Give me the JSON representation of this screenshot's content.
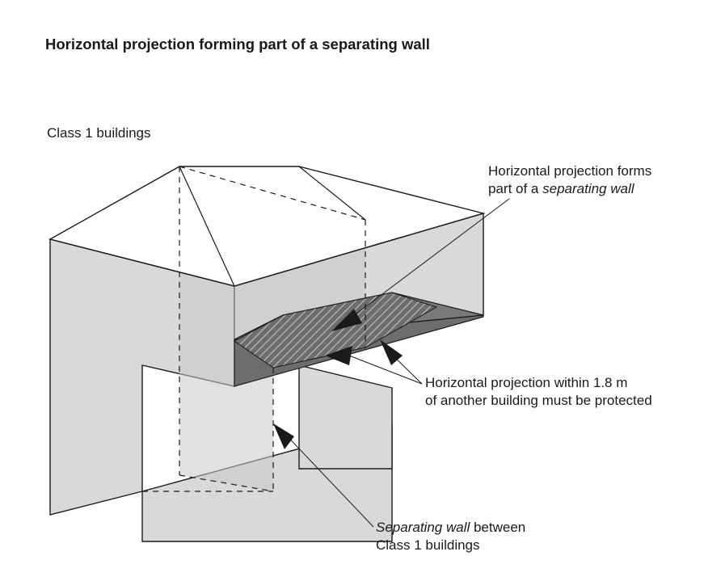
{
  "title": "Horizontal projection forming part of a separating wall",
  "labels": {
    "class1": "Class 1 buildings",
    "projection_forms_line1": "Horizontal projection forms",
    "projection_forms_line2_pre": "part of a ",
    "projection_forms_line2_em": "separating wall",
    "protected_line1": "Horizontal projection within 1.8 m",
    "protected_line2": "of another building must be protected",
    "sepwall_line1_em": "Separating wall",
    "sepwall_line1_post": " between",
    "sepwall_line2": "Class 1 buildings"
  },
  "colors": {
    "wall_fill": "#d9d9d9",
    "separating_wall_fill": "#c8c8c8",
    "underside_fill": "#7a7a7a",
    "outline": "#1a1a1a"
  }
}
